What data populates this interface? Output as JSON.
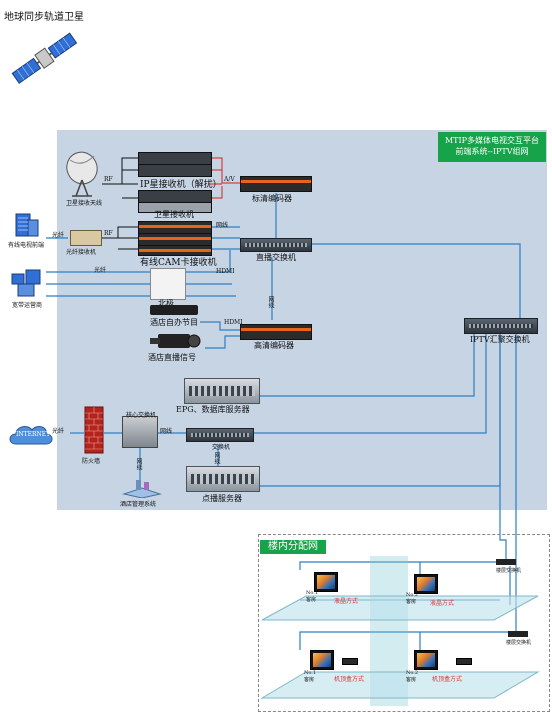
{
  "satellite": {
    "label": "地球同步轨道卫星"
  },
  "platform": {
    "title_line1": "MTIP多媒体电视交互平台",
    "title_line2": "前端系统--IPTV组网"
  },
  "devices": {
    "dish": "卫星接收天线",
    "sat_receivers": "卫星接收机",
    "ip_receiver": "IP星接收机（解扰）",
    "sd_encoder": "标清编码器",
    "cable_source": "有线电视前端",
    "optical_receiver": "光纤接收机",
    "cam_receiver": "有线CAM卡接收机",
    "live_switch": "直播交换机",
    "broadband": "宽带运营商",
    "hub": "北极",
    "hotel_program": "酒店自办节目",
    "hotel_live": "酒店直播信号",
    "hd_encoder": "高清编码器",
    "iptv_switch": "IPTV汇聚交换机",
    "epg_server": "EPG、数据库服务器",
    "internet": "INTERNET",
    "firewall": "防火墙",
    "core_switch": "核心交换机",
    "hotel_mgmt": "酒店管理系统",
    "switch": "交换机",
    "vod_server": "点播服务器"
  },
  "links": {
    "rf1": "RF",
    "rf2": "RF",
    "av": "A/V",
    "fiber1": "光纤",
    "fiber2": "光纤",
    "fiber3": "光纤",
    "net1": "网线",
    "net2": "网线",
    "hdmi": "HDMI",
    "hdmi2": "HDMI",
    "lan1": "网线",
    "lan2": "网线",
    "lan3": "网线"
  },
  "distribution": {
    "title": "楼内分配网",
    "floor_switch_top": "楼层交换机",
    "floor_switch_bottom": "楼层交换机",
    "rooms": [
      {
        "room": "No.1\n客房",
        "mode": "液晶方式"
      },
      {
        "room": "No.2\n客房",
        "mode": "液晶方式"
      },
      {
        "room": "No.1\n客房",
        "mode": "机顶盒方式"
      },
      {
        "room": "No.2\n客房",
        "mode": "机顶盒方式"
      }
    ]
  },
  "colors": {
    "panel": "#c6d4e4",
    "accent_green": "#17a34a",
    "link_blue": "#2f7fc1",
    "link_red": "#d92020",
    "mode_red": "#e03030"
  }
}
